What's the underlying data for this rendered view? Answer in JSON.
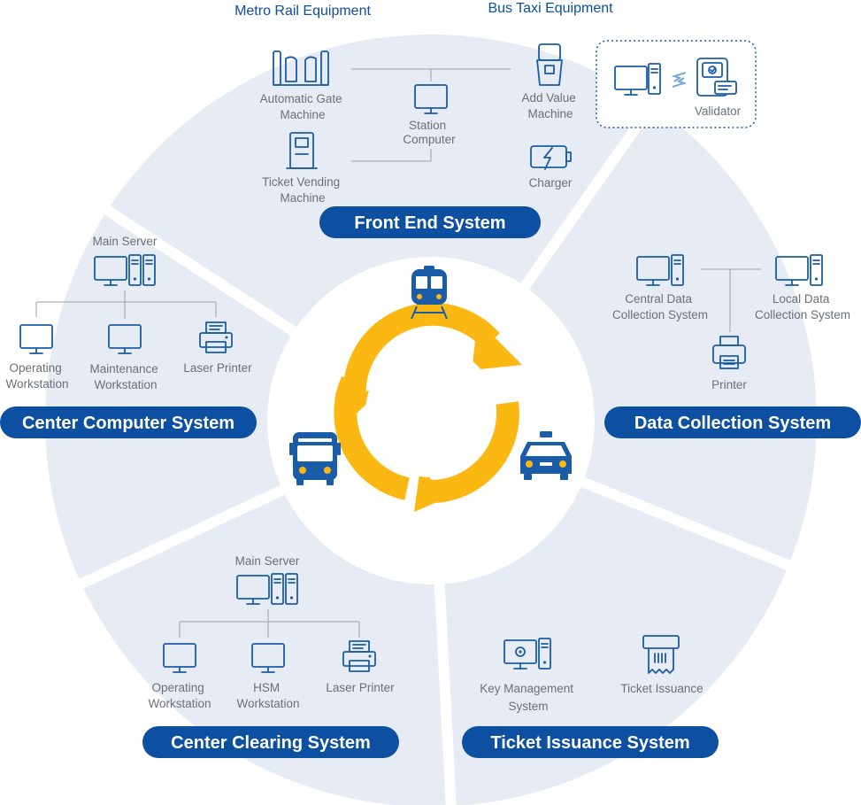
{
  "headers": {
    "metro": "Metro Rail Equipment",
    "bus_taxi": "Bus Taxi Equipment"
  },
  "front_end": {
    "title": "Front End System",
    "gate": [
      "Automatic Gate",
      "Machine"
    ],
    "station": [
      "Station",
      "Computer"
    ],
    "add_value": [
      "Add Value",
      "Machine"
    ],
    "tvm": [
      "Ticket Vending",
      "Machine"
    ],
    "charger": "Charger",
    "validator": "Validator"
  },
  "center_computer": {
    "title": "Center Computer System",
    "server": "Main Server",
    "operating": [
      "Operating",
      "Workstation"
    ],
    "maintenance": [
      "Maintenance",
      "Workstation"
    ],
    "printer": "Laser Printer"
  },
  "data_collection": {
    "title": "Data Collection System",
    "central": [
      "Central Data",
      "Collection System"
    ],
    "local": [
      "Local Data",
      "Collection System"
    ],
    "printer": "Printer"
  },
  "center_clearing": {
    "title": "Center Clearing System",
    "server": "Main Server",
    "operating": [
      "Operating",
      "Workstation"
    ],
    "hsm": [
      "HSM",
      "Workstation"
    ],
    "printer": "Laser Printer"
  },
  "ticket_issuance": {
    "title": "Ticket Issuance System",
    "key": [
      "Key Management",
      "System"
    ],
    "issuance": "Ticket Issuance"
  },
  "colors": {
    "sector": "#e7ebf4",
    "pill": "#0d4fa0",
    "icon": "#1a5ca8",
    "cycle": "#fbb813",
    "label": "#6b6f78"
  }
}
